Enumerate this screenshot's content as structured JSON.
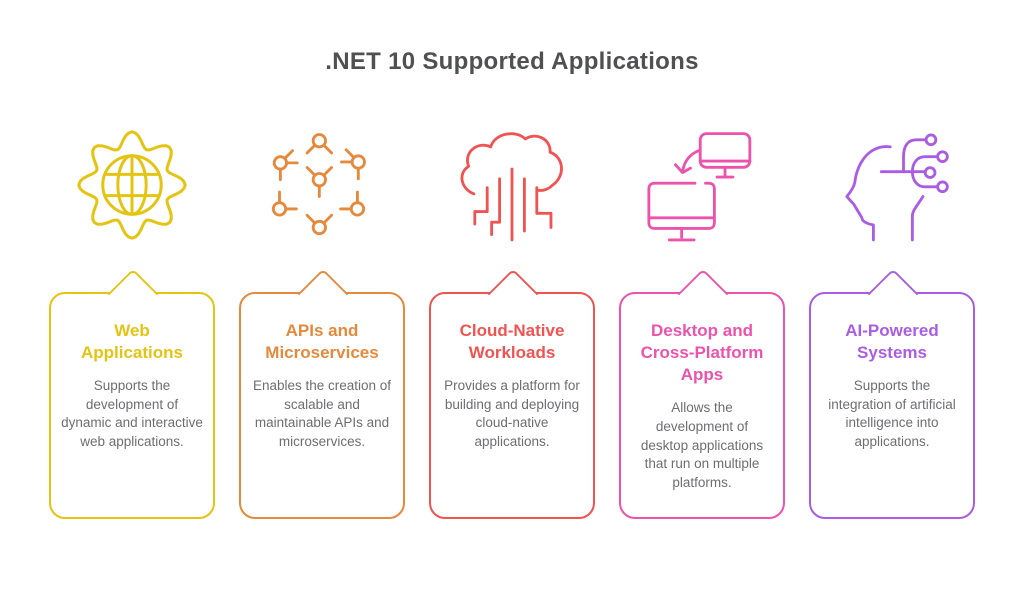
{
  "title": ".NET 10 Supported Applications",
  "colors": {
    "title_text": "#4f5052",
    "body_text": "#6d6e71",
    "background": "#ffffff"
  },
  "cards": [
    {
      "icon": "gear-globe-icon",
      "color": "#e4c413",
      "title": "Web Applications",
      "description": "Supports the development of dynamic and interactive web applications."
    },
    {
      "icon": "network-nodes-icon",
      "color": "#e5893c",
      "title": "APIs and Microservices",
      "description": "Enables the creation of scalable and maintainable APIs and microservices."
    },
    {
      "icon": "cloud-circuit-icon",
      "color": "#f05452",
      "title": "Cloud-Native Workloads",
      "description": "Provides a platform for building and deploying cloud-native applications."
    },
    {
      "icon": "monitors-sync-icon",
      "color": "#ec53ac",
      "title": "Desktop and Cross-Platform Apps",
      "description": "Allows the development of desktop applications that run on multiple platforms."
    },
    {
      "icon": "ai-head-circuit-icon",
      "color": "#aa5de4",
      "title": "AI-Powered Systems",
      "description": "Supports the integration of artificial intelligence into applications."
    }
  ]
}
